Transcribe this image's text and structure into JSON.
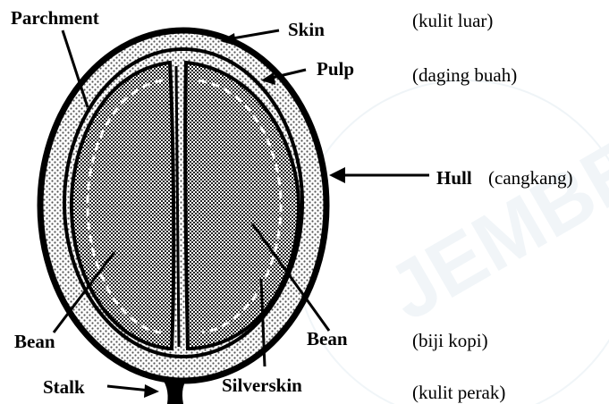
{
  "labels": {
    "parchment": "Parchment",
    "skin": "Skin",
    "skin_translation": "(kulit luar)",
    "pulp": "Pulp",
    "pulp_translation": "(daging buah)",
    "hull": "Hull",
    "hull_translation": "(cangkang)",
    "bean_left": "Bean",
    "bean_right": "Bean",
    "bean_translation": "(biji kopi)",
    "stalk": "Stalk",
    "silverskin": "Silverskin",
    "silverskin_translation": "(kulit perak)"
  },
  "watermark": {
    "text": "JEMBER",
    "color": "#e6eef4"
  },
  "colors": {
    "ink": "#000000",
    "background": "#ffffff"
  }
}
